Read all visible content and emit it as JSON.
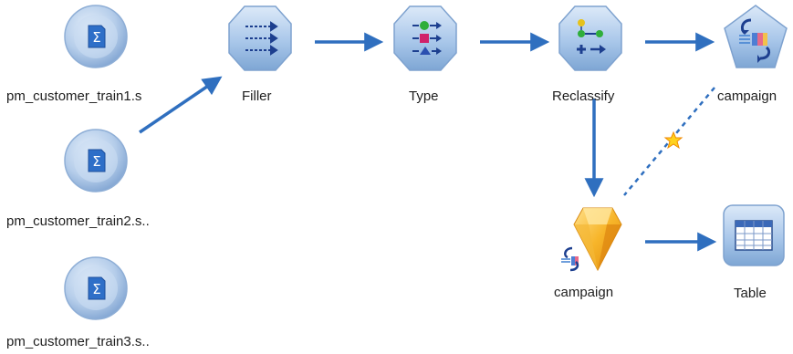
{
  "nodes": {
    "source1": {
      "label": "pm_customer_train1.s",
      "icon": "statistics-file-source-icon"
    },
    "source2": {
      "label": "pm_customer_train2.s..",
      "icon": "statistics-file-source-icon"
    },
    "source3": {
      "label": "pm_customer_train3.s..",
      "icon": "statistics-file-source-icon"
    },
    "filler": {
      "label": "Filler",
      "icon": "filler-icon"
    },
    "type": {
      "label": "Type",
      "icon": "type-icon"
    },
    "reclassify": {
      "label": "Reclassify",
      "icon": "reclassify-icon"
    },
    "campaign_model_build": {
      "label": "campaign",
      "icon": "model-build-pentagon-icon"
    },
    "campaign_nugget": {
      "label": "campaign",
      "icon": "model-nugget-gem-icon"
    },
    "table": {
      "label": "Table",
      "icon": "table-icon"
    }
  },
  "colors": {
    "arrow": "#2f6fbf",
    "hex_node": "#a9c7ea",
    "circle_node": "#a7c3e6",
    "nugget": "#f2a51d"
  }
}
